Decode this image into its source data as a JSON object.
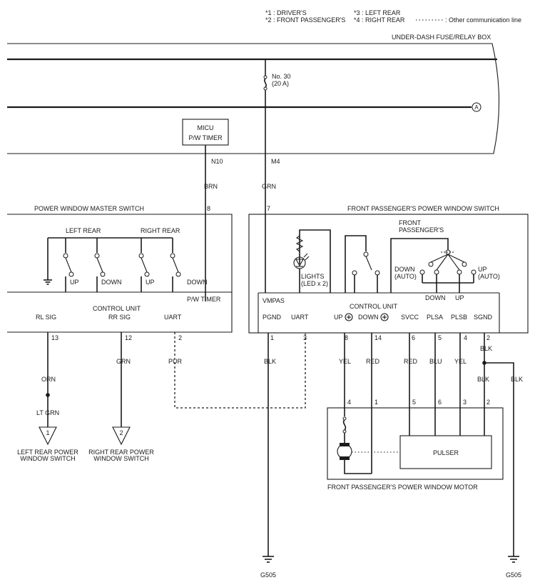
{
  "legend": {
    "k1": "*1 : DRIVER'S",
    "k2": "*2 : FRONT PASSENGER'S",
    "k3": "*3 : LEFT REAR",
    "k4": "*4 : RIGHT REAR",
    "comm": ": Other communication line"
  },
  "fuse_box": {
    "title": "UNDER-DASH FUSE/RELAY BOX",
    "fuse_no": "No. 30",
    "fuse_amp": "(20 A)",
    "connector_a": "A"
  },
  "micu": {
    "line1": "MICU",
    "line2": "P/W TIMER"
  },
  "terminals": {
    "n10": "N10",
    "m4": "M4"
  },
  "wire_colors": {
    "brn": "BRN",
    "grn_main": "GRN",
    "orn": "ORN",
    "lt_grn": "LT GRN",
    "grn_rr": "GRN",
    "pur": "PUR",
    "blk_pgnd": "BLK",
    "yel_up": "YEL",
    "red_down": "RED",
    "red_svcc": "RED",
    "blu": "BLU",
    "yel_plsb": "YEL",
    "blk_sgnd": "BLK",
    "blk_lower": "BLK",
    "blk_right": "BLK"
  },
  "master_switch": {
    "title": "POWER WINDOW MASTER SWITCH",
    "pin_top": "8",
    "left_rear": "LEFT REAR",
    "right_rear": "RIGHT REAR",
    "up1": "UP",
    "down1": "DOWN",
    "up2": "UP",
    "down2": "DOWN",
    "pw_timer": "P/W TIMER",
    "control_unit": "CONTROL UNIT",
    "rl_sig": "RL SIG",
    "rr_sig": "RR SIG",
    "uart": "UART",
    "pin13": "13",
    "pin12": "12",
    "pin2": "2"
  },
  "fp_switch": {
    "title": "FRONT PASSENGER'S POWER WINDOW SWITCH",
    "pin_top": "7",
    "fp_line1": "FRONT",
    "fp_line2": "PASSENGER'S",
    "lights": "LIGHTS",
    "led": "(LED x 2)",
    "down_auto1": "DOWN",
    "down_auto2": "(AUTO)",
    "up_auto1": "UP",
    "up_auto2": "(AUTO)",
    "down": "DOWN",
    "up": "UP",
    "vmpas": "VMPAS",
    "control_unit": "CONTROL UNIT",
    "pgnd": "PGND",
    "uart": "UART",
    "up_t": "UP",
    "down_t": "DOWN",
    "svcc": "SVCC",
    "plsa": "PLSA",
    "plsb": "PLSB",
    "sgnd": "SGND",
    "p1": "1",
    "p3": "3",
    "p8": "8",
    "p14": "14",
    "p6": "6",
    "p5": "5",
    "p4": "4",
    "p2": "2"
  },
  "motor": {
    "title": "FRONT PASSENGER'S POWER WINDOW MOTOR",
    "pulser": "PULSER",
    "p4": "4",
    "p1": "1",
    "p5": "5",
    "p6": "6",
    "p3": "3",
    "p2": "2"
  },
  "refs": {
    "lr_num": "1",
    "rr_num": "2",
    "lr_l1": "LEFT REAR POWER",
    "lr_l2": "WINDOW SWITCH",
    "rr_l1": "RIGHT REAR POWER",
    "rr_l2": "WINDOW SWITCH"
  },
  "grounds": {
    "g1": "G505",
    "g2": "G505"
  }
}
